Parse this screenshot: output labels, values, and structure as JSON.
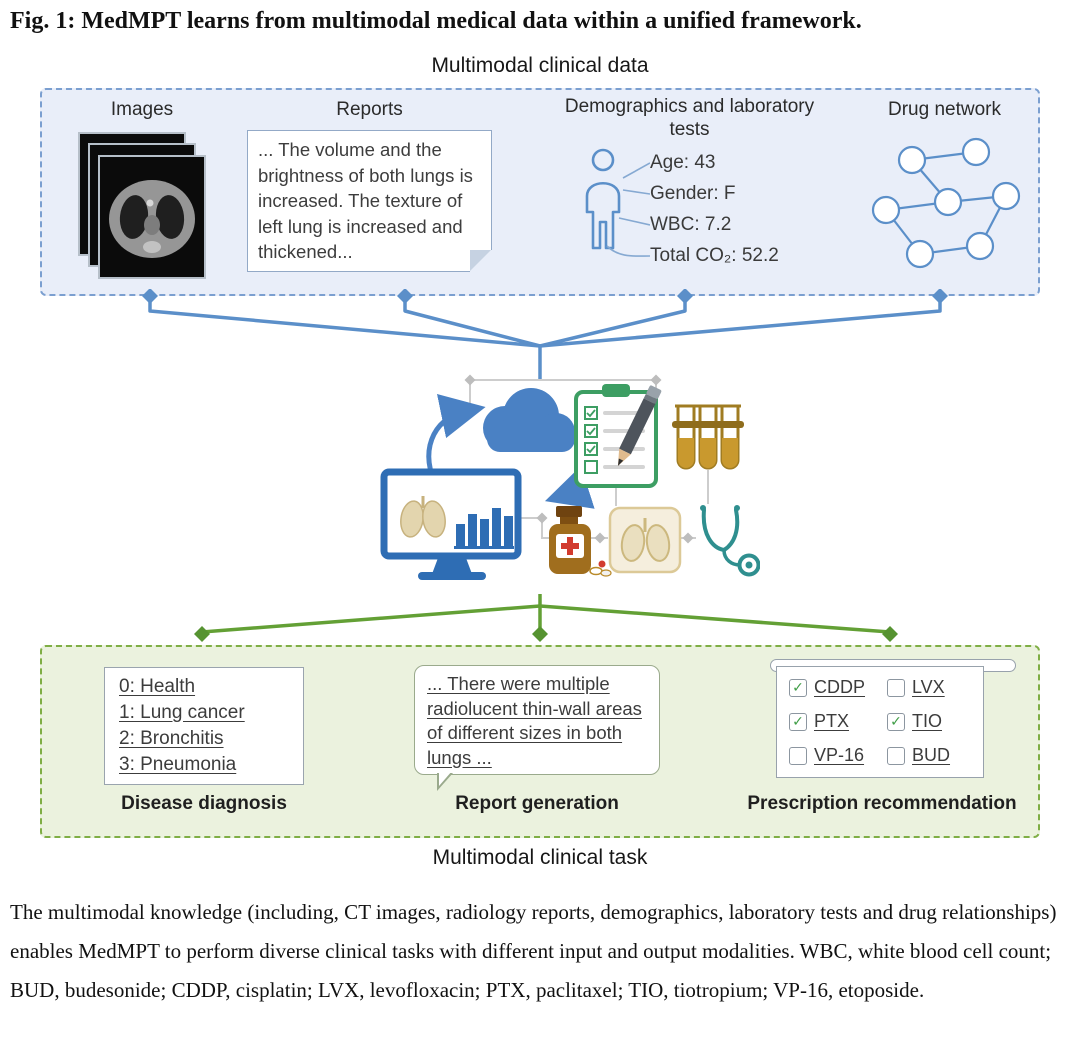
{
  "figure": {
    "title": "Fig. 1: MedMPT learns from multimodal medical data within a unified framework.",
    "caption": "The multimodal knowledge (including, CT images, radiology reports, demographics, laboratory tests and drug relationships) enables MedMPT to perform diverse clinical tasks with different input and output modalities. WBC, white blood cell count; BUD, budesonide; CDDP, cisplatin; LVX, levofloxacin; PTX, paclitaxel; TIO, tiotropium; VP-16, etoposide."
  },
  "data_section": {
    "heading": "Multimodal clinical data",
    "columns": {
      "images": {
        "label": "Images"
      },
      "reports": {
        "label": "Reports",
        "text": "... The volume and the brightness of both lungs is increased. The texture of left lung is increased and thickened..."
      },
      "demographics": {
        "label": "Demographics and laboratory tests",
        "items": [
          "Age: 43",
          "Gender: F",
          "WBC: 7.2",
          "Total CO₂: 52.2"
        ]
      },
      "drug_network": {
        "label": "Drug network"
      }
    }
  },
  "task_section": {
    "heading": "Multimodal clinical task",
    "diagnosis": {
      "label": "Disease diagnosis",
      "options": [
        "0: Health",
        "1: Lung cancer",
        "2: Bronchitis",
        "3: Pneumonia"
      ]
    },
    "report": {
      "label": "Report generation",
      "text": "... There were multiple radiolucent thin-wall areas of different sizes in both lungs ..."
    },
    "prescription": {
      "label": "Prescription recommendation",
      "drugs": [
        {
          "name": "CDDP",
          "checked": true,
          "mark": "✓"
        },
        {
          "name": "PTX",
          "checked": true,
          "mark": "✓"
        },
        {
          "name": "VP-16",
          "checked": false,
          "mark": ""
        },
        {
          "name": "LVX",
          "checked": false,
          "mark": ""
        },
        {
          "name": "TIO",
          "checked": true,
          "mark": "✓"
        },
        {
          "name": "BUD",
          "checked": false,
          "mark": ""
        }
      ]
    }
  },
  "colors": {
    "data_panel_border": "#7b9fd0",
    "data_panel_fill": "#e9eef9",
    "task_panel_border": "#7fae45",
    "task_panel_fill": "#ebf2de",
    "connector_blue": "#5b8fc9",
    "connector_green": "#63a035",
    "check_green": "#3f9d46"
  }
}
